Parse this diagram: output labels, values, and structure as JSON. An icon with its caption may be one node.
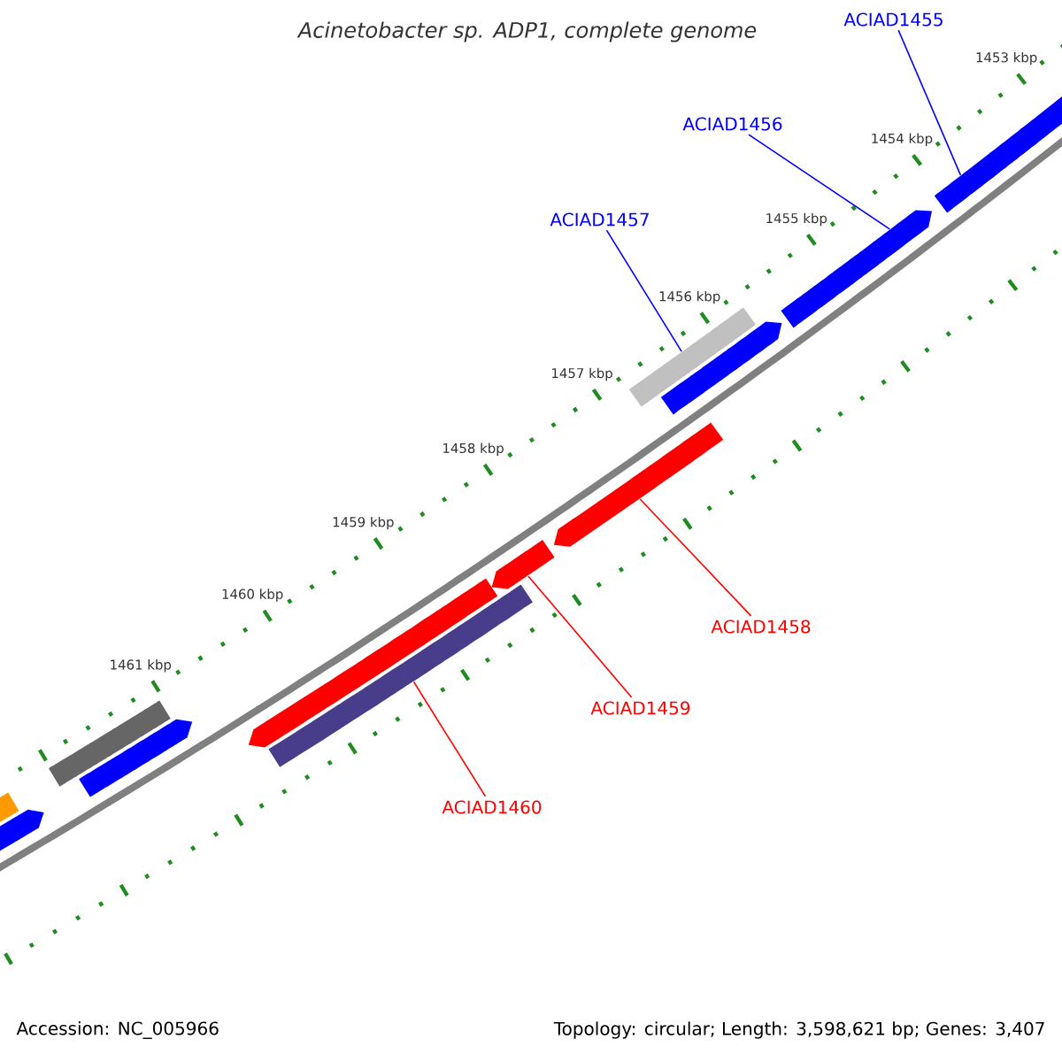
{
  "diagram": {
    "title": "Acinetobacter sp. ADP1, complete genome",
    "nodes": [
      {
        "text": [
          "ACIAD1455"
        ]
      },
      {
        "text": [],
        "shape": "bar"
      },
      {
        "text": [
          "ACIAD1456"
        ]
      },
      {
        "text": [],
        "shape": "bar"
      },
      {
        "text": [
          "ACIAD1457"
        ]
      },
      {
        "text": [],
        "shape": "bar"
      },
      {
        "text": [],
        "shape": "bar"
      },
      {
        "text": [
          "ACIAD1458"
        ]
      },
      {
        "text": [],
        "shape": "bar"
      },
      {
        "text": [
          "ACIAD1459"
        ]
      },
      {
        "text": [],
        "shape": "bar"
      },
      {
        "text": [
          "ACIAD1460"
        ]
      },
      {
        "text": [],
        "shape": "bar"
      },
      {
        "text": [],
        "shape": "bar"
      },
      {
        "text": [],
        "shape": "bar"
      },
      {
        "text": [],
        "shape": "bar"
      },
      {
        "text": [],
        "shape": "bar"
      },
      {
        "text": [],
        "shape": "bar"
      }
    ],
    "edges": [
      {
        "from": 0,
        "to": 1,
        "arrow": "none",
        "color": "#0000ff"
      },
      {
        "from": 2,
        "to": 3,
        "arrow": "none",
        "color": "#0000ff"
      },
      {
        "from": 4,
        "to": 5,
        "arrow": "none",
        "color": "#0000ff"
      },
      {
        "from": 7,
        "to": 6,
        "arrow": "none",
        "color": "#ff0000"
      },
      {
        "from": 9,
        "to": 8,
        "arrow": "none",
        "color": "#ff0000"
      },
      {
        "from": 11,
        "to": 10,
        "arrow": "none",
        "color": "#ff0000"
      }
    ],
    "labels": [
      "1453 kbp",
      "1454 kbp",
      "1455 kbp",
      "1456 kbp",
      "1457 kbp",
      "1458 kbp",
      "1459 kbp",
      "1460 kbp",
      "1461 kbp",
      "Accession: NC_005966",
      "Topology: circular; Length: 3,598,621 bp; Genes: 3,407"
    ]
  }
}
